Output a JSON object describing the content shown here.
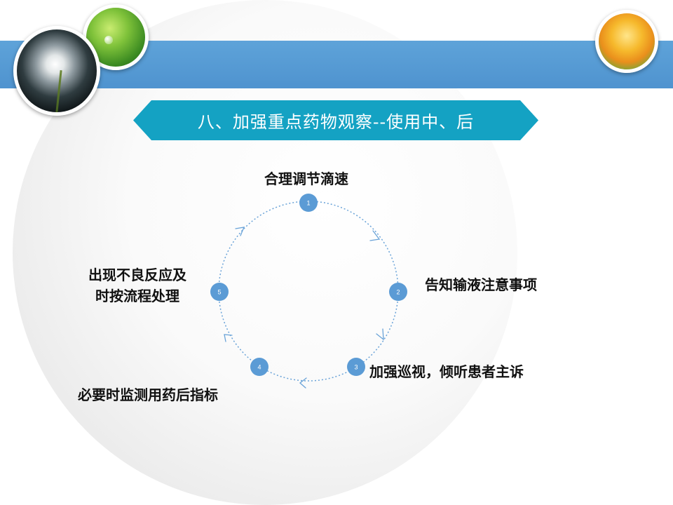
{
  "title": "八、加强重点药物观察--使用中、后",
  "cycle": {
    "nodes": [
      {
        "number": "1",
        "label": "合理调节滴速"
      },
      {
        "number": "2",
        "label": "告知输液注意事项"
      },
      {
        "number": "3",
        "label": "加强巡视，倾听患者主诉"
      },
      {
        "number": "4",
        "label": "必要时监测用药后指标"
      },
      {
        "number": "5",
        "label_line1": "出现不良反应及",
        "label_line2": "时按流程处理"
      }
    ]
  },
  "colors": {
    "banner": "#4f93cf",
    "ribbon": "#14a2c3",
    "node": "#5b9bd5"
  },
  "decorative_photos": [
    "dandelion-photo",
    "leaf-photo",
    "yellow-flower-photo"
  ]
}
